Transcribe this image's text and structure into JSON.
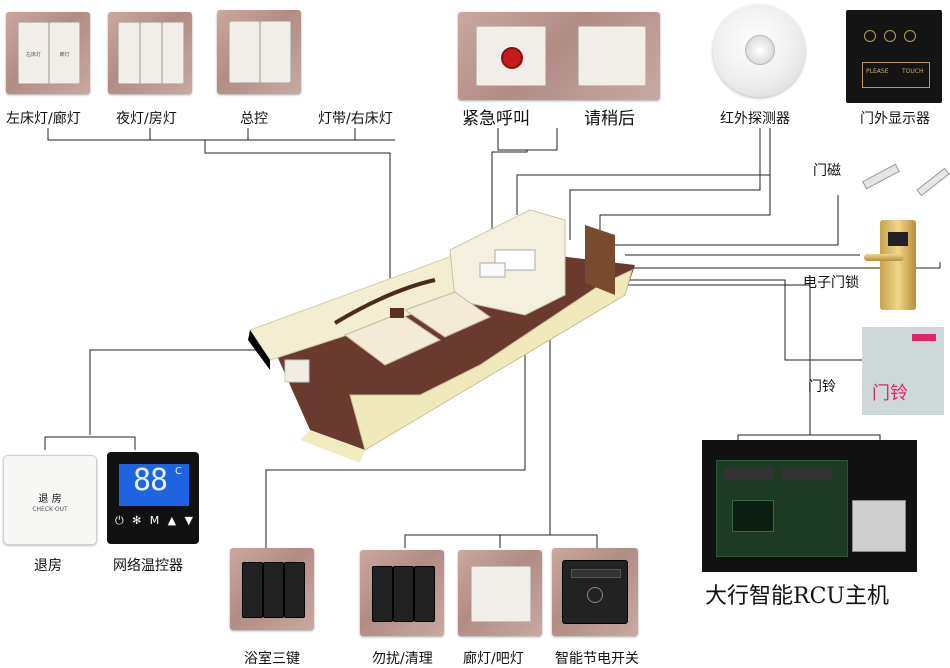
{
  "labels": {
    "left_bed_corridor": "左床灯/廊灯",
    "night_room": "夜灯/房灯",
    "master": "总控",
    "strip_right_bed": "灯带/右床灯",
    "emergency_call": "紧急呼叫",
    "please_wait": "请稍后",
    "ir_detector": "红外探测器",
    "door_display": "门外显示器",
    "door_magnet": "门磁",
    "e_lock": "电子门锁",
    "doorbell_label": "门铃",
    "doorbell_panel_text": "门铃",
    "checkout": "退房",
    "thermostat": "网络温控器",
    "bath_three": "浴室三键",
    "dnd_clean": "勿扰/清理",
    "corridor_bar": "廊灯/吧灯",
    "energy_switch": "智能节电开关",
    "rcu_host": "大行智能RCU主机"
  },
  "device_text": {
    "checkout_panel_title": "退 房",
    "checkout_panel_sub": "CHECK OUT",
    "thermostat_display": "88",
    "thermostat_unit": "C",
    "thermostat_buttons": [
      "⏻",
      "✻",
      "M",
      "▲",
      "▼"
    ],
    "door_display_please": "PLEASE",
    "door_display_touch": "TOUCH"
  },
  "colors": {
    "wire": "#222222",
    "plate_metal": "#b8958e",
    "doorbell_panel": "#cfd8d8",
    "doorbell_text": "#e0246a",
    "thermostat_lcd": "#1e63e0"
  }
}
